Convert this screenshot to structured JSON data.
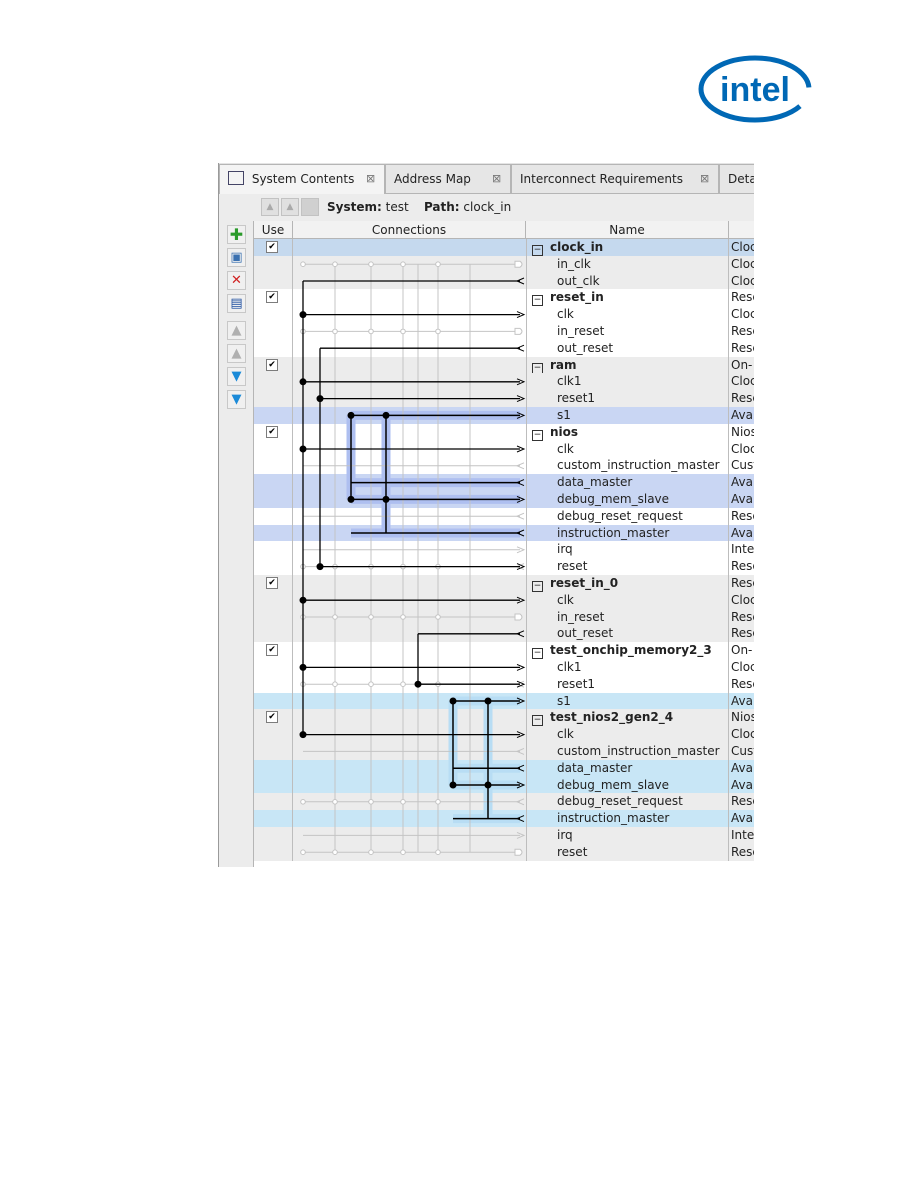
{
  "brand": {
    "logo_text": "intel"
  },
  "tabs": [
    {
      "label": "System Contents",
      "active": true
    },
    {
      "label": "Address Map",
      "active": false
    },
    {
      "label": "Interconnect Requirements",
      "active": false
    },
    {
      "label": "Deta",
      "active": false
    }
  ],
  "breadcrumb": {
    "system_label": "System:",
    "system_value": "test",
    "path_label": "Path:",
    "path_value": "clock_in"
  },
  "columns": {
    "use": "Use",
    "connections": "Connections",
    "name": "Name"
  },
  "rows": [
    {
      "name": "clock_in",
      "type": "Cloc",
      "kind": "parent",
      "checked": true,
      "bg": "#c5d9ee"
    },
    {
      "name": "in_clk",
      "type": "Cloc",
      "kind": "child",
      "bg": "#ececec"
    },
    {
      "name": "out_clk",
      "type": "Cloc",
      "kind": "child",
      "bg": "#ececec"
    },
    {
      "name": "reset_in",
      "type": "Rese",
      "kind": "parent",
      "checked": true,
      "bg": "#ffffff"
    },
    {
      "name": "clk",
      "type": "Cloc",
      "kind": "child",
      "bg": "#ffffff"
    },
    {
      "name": "in_reset",
      "type": "Rese",
      "kind": "child",
      "bg": "#ffffff"
    },
    {
      "name": "out_reset",
      "type": "Rese",
      "kind": "child",
      "bg": "#ffffff"
    },
    {
      "name": "ram",
      "type": "On-",
      "kind": "parent",
      "checked": true,
      "bg": "#ececec"
    },
    {
      "name": "clk1",
      "type": "Cloc",
      "kind": "child",
      "bg": "#ececec"
    },
    {
      "name": "reset1",
      "type": "Rese",
      "kind": "child",
      "bg": "#ececec"
    },
    {
      "name": "s1",
      "type": "Aval",
      "kind": "child",
      "bg": "#c9d6f3"
    },
    {
      "name": "nios",
      "type": "Nios",
      "kind": "parent",
      "checked": true,
      "bg": "#ffffff"
    },
    {
      "name": "clk",
      "type": "Cloc",
      "kind": "child",
      "bg": "#ffffff"
    },
    {
      "name": "custom_instruction_master",
      "type": "Cust",
      "kind": "child",
      "bg": "#ffffff"
    },
    {
      "name": "data_master",
      "type": "Aval",
      "kind": "child",
      "bg": "#c9d6f3"
    },
    {
      "name": "debug_mem_slave",
      "type": "Aval",
      "kind": "child",
      "bg": "#c9d6f3"
    },
    {
      "name": "debug_reset_request",
      "type": "Rese",
      "kind": "child",
      "bg": "#ffffff"
    },
    {
      "name": "instruction_master",
      "type": "Aval",
      "kind": "child",
      "bg": "#c9d6f3"
    },
    {
      "name": "irq",
      "type": "Inter",
      "kind": "child",
      "bg": "#ffffff"
    },
    {
      "name": "reset",
      "type": "Rese",
      "kind": "child",
      "bg": "#ffffff"
    },
    {
      "name": "reset_in_0",
      "type": "Rese",
      "kind": "parent",
      "checked": true,
      "bg": "#ececec"
    },
    {
      "name": "clk",
      "type": "Cloc",
      "kind": "child",
      "bg": "#ececec"
    },
    {
      "name": "in_reset",
      "type": "Rese",
      "kind": "child",
      "bg": "#ececec"
    },
    {
      "name": "out_reset",
      "type": "Rese",
      "kind": "child",
      "bg": "#ececec"
    },
    {
      "name": "test_onchip_memory2_3",
      "type": "On-",
      "kind": "parent",
      "checked": true,
      "bg": "#ffffff"
    },
    {
      "name": "clk1",
      "type": "Cloc",
      "kind": "child",
      "bg": "#ffffff"
    },
    {
      "name": "reset1",
      "type": "Rese",
      "kind": "child",
      "bg": "#ffffff"
    },
    {
      "name": "s1",
      "type": "Aval",
      "kind": "child",
      "bg": "#c8e6f6"
    },
    {
      "name": "test_nios2_gen2_4",
      "type": "Nios",
      "kind": "parent",
      "checked": true,
      "bg": "#ececec"
    },
    {
      "name": "clk",
      "type": "Cloc",
      "kind": "child",
      "bg": "#ececec"
    },
    {
      "name": "custom_instruction_master",
      "type": "Cust",
      "kind": "child",
      "bg": "#ececec"
    },
    {
      "name": "data_master",
      "type": "Aval",
      "kind": "child",
      "bg": "#c8e6f6"
    },
    {
      "name": "debug_mem_slave",
      "type": "Aval",
      "kind": "child",
      "bg": "#c8e6f6"
    },
    {
      "name": "debug_reset_request",
      "type": "Rese",
      "kind": "child",
      "bg": "#ececec"
    },
    {
      "name": "instruction_master",
      "type": "Aval",
      "kind": "child",
      "bg": "#c8e6f6"
    },
    {
      "name": "irq",
      "type": "Inter",
      "kind": "child",
      "bg": "#ececec"
    },
    {
      "name": "reset",
      "type": "Rese",
      "kind": "child",
      "bg": "#ececec"
    }
  ],
  "colors": {
    "intel_blue": "#0068b5",
    "selection": "#c5d9ee",
    "highlight_1": "#c9d6f3",
    "highlight_2": "#c8e6f6"
  }
}
